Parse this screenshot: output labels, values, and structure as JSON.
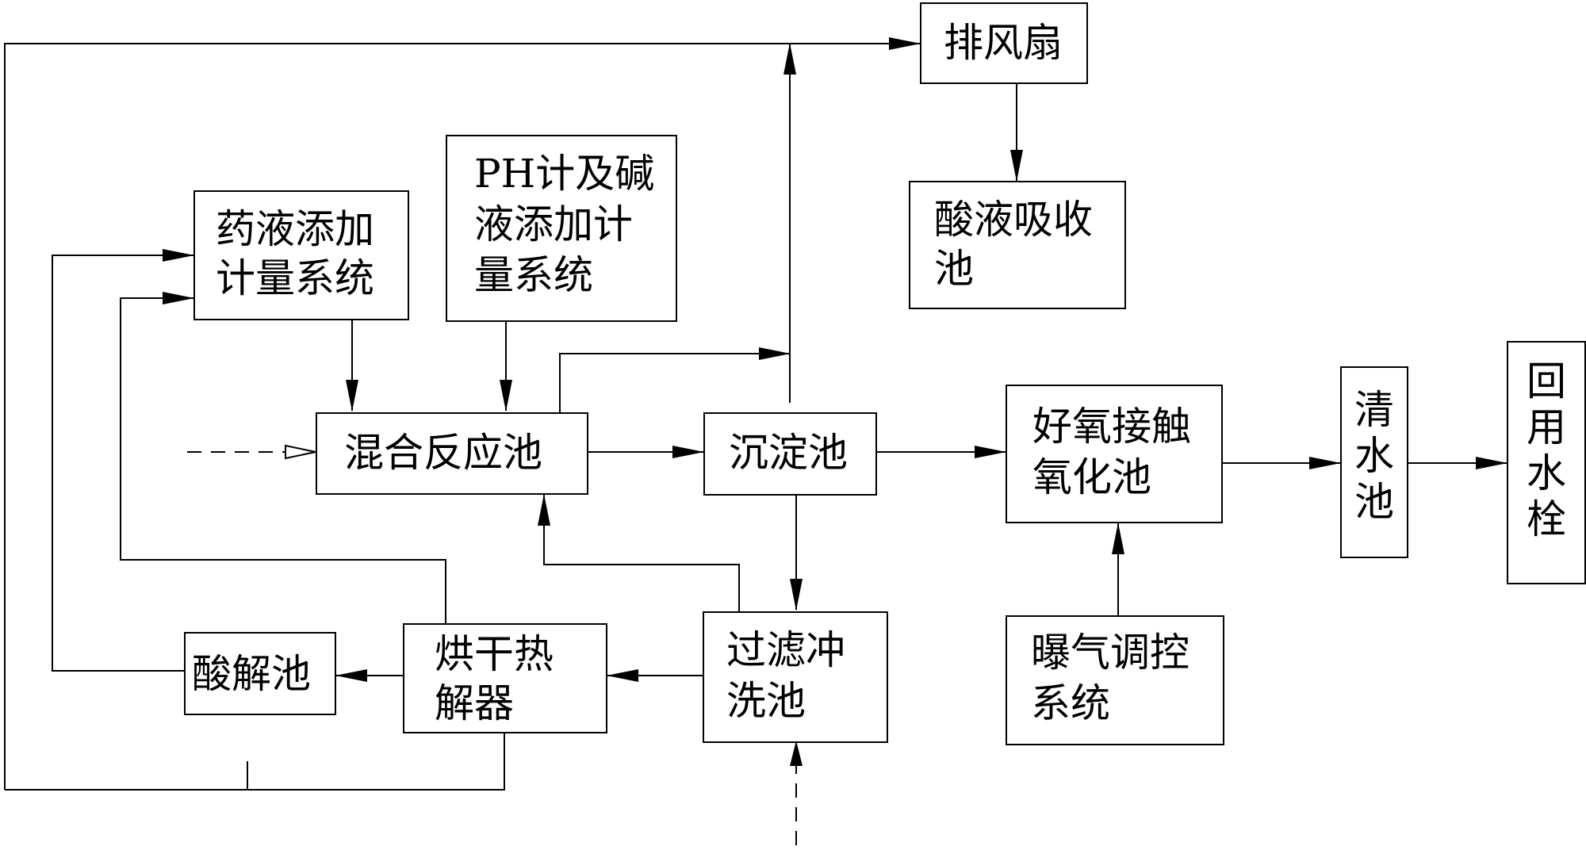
{
  "boxes": {
    "exhaust_fan": "排风扇",
    "acid_absorption_1": "酸液吸收",
    "acid_absorption_2": "池",
    "dosing_1": "药液添加",
    "dosing_2": "计量系统",
    "ph_1": "PH计及碱",
    "ph_2": "液添加计",
    "ph_3": "量系统",
    "mixing": "混合反应池",
    "settling": "沉淀池",
    "aerobic_1": "好氧接触",
    "aerobic_2": "氧化池",
    "clear_water": "清水池",
    "hydrant": "回用水栓",
    "acid_hydrolysis": "酸解池",
    "dryer_1": "烘干热",
    "dryer_2": "解器",
    "filter_1": "过滤冲",
    "filter_2": "洗池",
    "aeration_1": "曝气调控",
    "aeration_2": "系统"
  },
  "colors": {
    "line": "#000000",
    "background": "#ffffff"
  }
}
